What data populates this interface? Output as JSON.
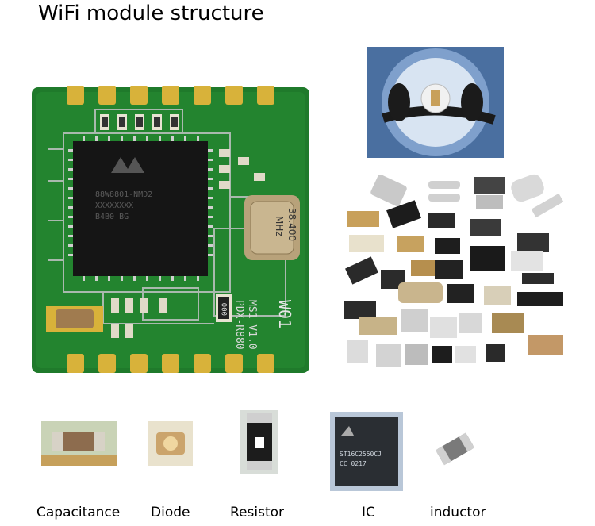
{
  "title": "WiFi module structure",
  "module": {
    "chip_lines": [
      "88W8801-NMD2",
      "XXXXXXXX",
      "B4B0 BG"
    ],
    "crystal_lines": [
      "38.400",
      "MHz"
    ],
    "side_text_lines": [
      "PDX-R880",
      "MS1 V1.0"
    ],
    "side_text_vertical": "W01",
    "resistor_code": "000"
  },
  "components": {
    "labels": [
      "Capacitance",
      "Diode",
      "Resistor",
      "IC",
      "inductor"
    ],
    "ic_text_lines": [
      "ST16C2550CJ",
      "CC 0217"
    ]
  },
  "colors": {
    "pcb_green": "#1f7a2b",
    "pad_gold": "#d8b23a",
    "trace_gray": "#a9b9ae",
    "chip_black": "#151515",
    "crystal_silver": "#b8a27a"
  }
}
